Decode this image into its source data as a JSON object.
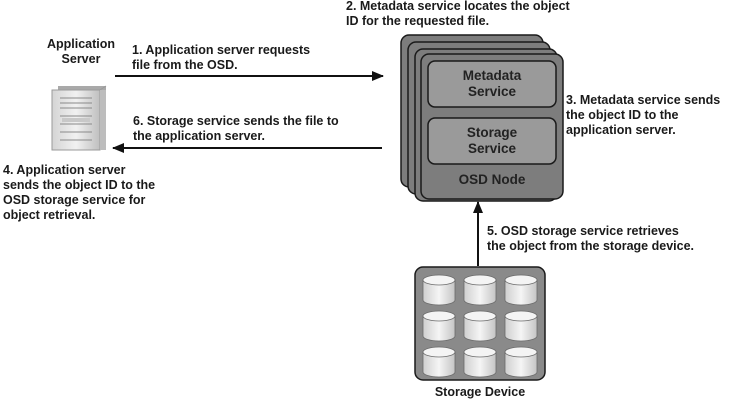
{
  "diagram": {
    "app_server_label": "Application\nServer",
    "step1": "1. Application server requests\nfile from the OSD.",
    "step2": "2. Metadata service locates the object\nID for the requested file.",
    "step3": "3. Metadata service sends\nthe object ID to the\napplication server.",
    "step4": "4. Application server\nsends the object ID to the\nOSD storage service for\nobject retrieval.",
    "step5": "5. OSD storage service retrieves\nthe object from the storage device.",
    "step6": "6. Storage service sends the file to\nthe application server.",
    "metadata_service": "Metadata\nService",
    "storage_service": "Storage\nService",
    "osd_node": "OSD Node",
    "storage_device": "Storage Device"
  },
  "colors": {
    "node_fill": "#7d7d7d",
    "service_fill": "#9a9a9a",
    "arrow": "#111111",
    "disk_fill": "#e8e8e8",
    "device_fill": "#8a8a8a"
  }
}
